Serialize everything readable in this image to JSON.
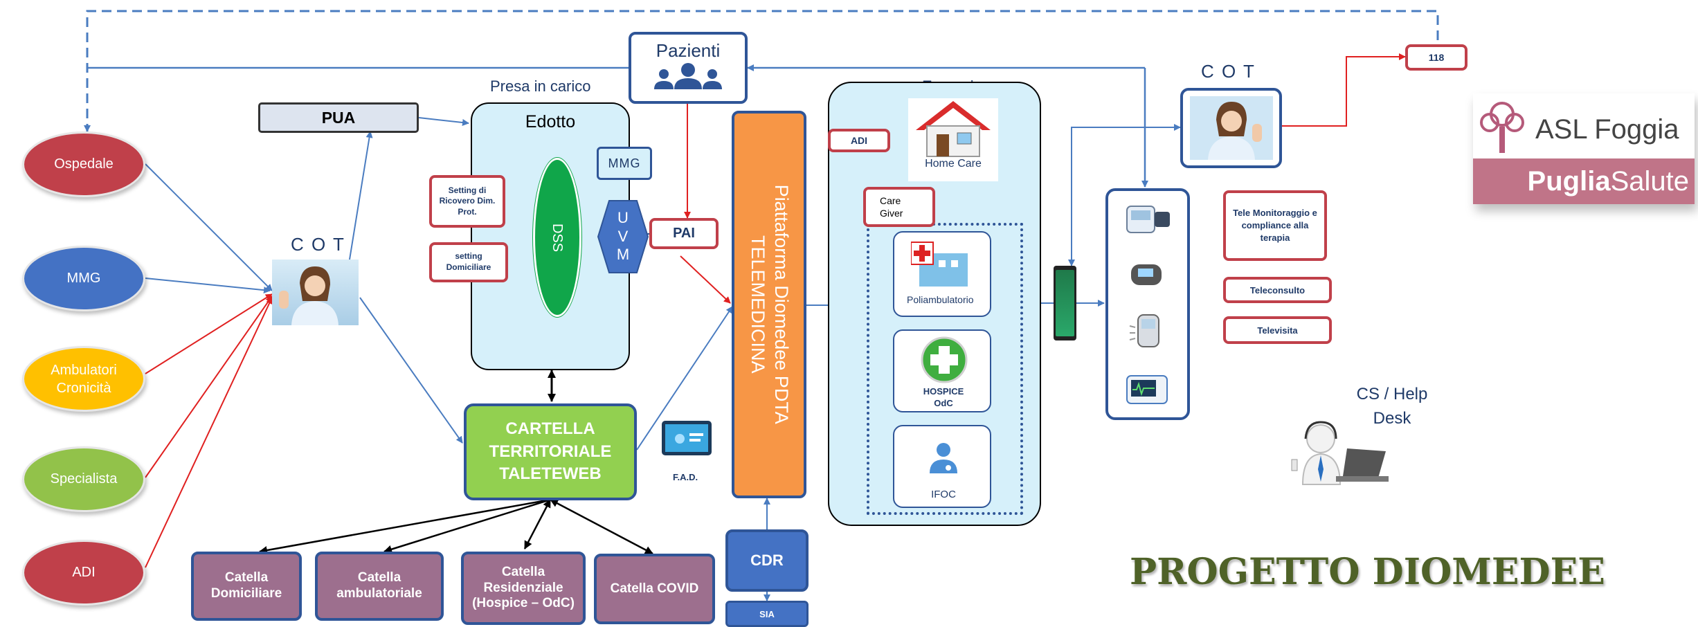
{
  "title": "PROGETTO DIOMEDEE",
  "logo": {
    "asl": "ASL Foggia",
    "puglia": "Puglia",
    "salute": "Salute"
  },
  "left_nodes": [
    "Ospedale",
    "MMG",
    "Ambulatori Cronicità",
    "Specialista",
    "ADI"
  ],
  "cot_left": "C O T",
  "cot_right": "C O T",
  "pua": "PUA",
  "pazienti": "Pazienti",
  "presa_in_carico": "Presa in carico",
  "edotto": "Edotto",
  "setting_ricovero": "Setting di Ricovero Dim. Prot.",
  "setting_domiciliare": "setting Domiciliare",
  "dss": "DSS",
  "mmg_small": "MMG",
  "uvm": [
    "U",
    "V",
    "M"
  ],
  "pai": "PAI",
  "cartella": [
    "CARTELLA",
    "TERRITORIALE",
    "TALETEWEB"
  ],
  "fad": "F.A.D.",
  "platform": [
    "Piattaforma Diomedee PDTA",
    "TELEMEDICINA"
  ],
  "cdr": "CDR",
  "sia": "SIA",
  "erogazione": "Erogazione",
  "adi_small": "ADI",
  "home_care": "Home Care",
  "care_giver": [
    "Care",
    "Giver"
  ],
  "services": [
    "Poliambulatorio",
    "HOSPICE OdC",
    "IFOC"
  ],
  "right_boxes": [
    "Tele Monitoraggio e compliance alla terapia",
    "Teleconsulto",
    "Televisita"
  ],
  "n118": "118",
  "help_desk": [
    "CS / Help",
    "Desk"
  ],
  "bottom_boxes": [
    "Catella Domiciliare",
    "Catella ambulatoriale",
    "Catella Residenziale (Hospice – OdC)",
    "Catella COVID"
  ],
  "colors": {
    "ospedale": "#c0404a",
    "mmg": "#4472c4",
    "ambulatori": "#ffc000",
    "specialista": "#92c24a",
    "adi": "#c0404a",
    "platform": "#f79646",
    "cartella": "#92d050",
    "edotto_bg": "#d6f0fa",
    "navy": "#2f5597",
    "red": "#e02020",
    "title": "#4f6228"
  }
}
